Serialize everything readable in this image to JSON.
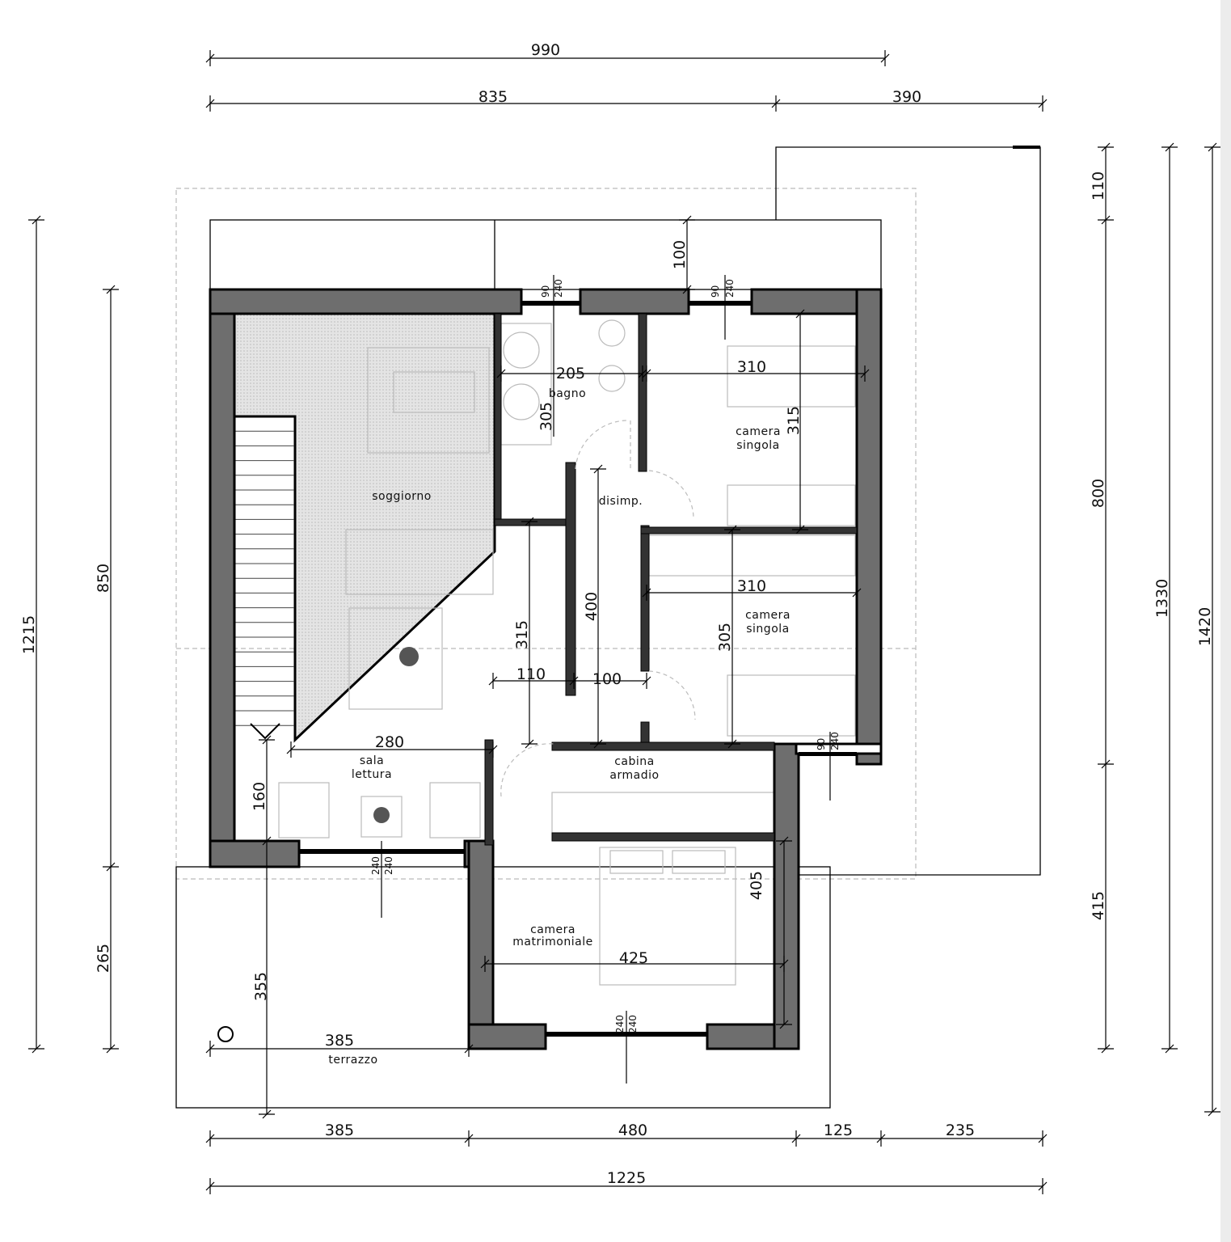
{
  "plan": {
    "rooms": {
      "soggiorno": "soggiorno",
      "bagno": "bagno",
      "disimpegno": "disimp.",
      "camera_singola_1": [
        "camera",
        "singola"
      ],
      "camera_singola_2": [
        "camera",
        "singola"
      ],
      "sala_lettura": [
        "sala",
        "lettura"
      ],
      "cabina_armadio": [
        "cabina",
        "armadio"
      ],
      "camera_matrimoniale": [
        "camera",
        "matrimoniale"
      ],
      "terrazzo": "terrazzo"
    },
    "dims_top": [
      "990",
      "835",
      "390"
    ],
    "dims_bottom": [
      "385",
      "480",
      "125",
      "235",
      "1225"
    ],
    "dims_left": [
      "1215",
      "850",
      "265"
    ],
    "dims_right": [
      "110",
      "800",
      "415",
      "1330",
      "1420"
    ],
    "dims_internal": {
      "roof_offset": "100",
      "bagno_width": "205",
      "bagno_depth": "305",
      "camera1_width": "310",
      "camera1_depth": "315",
      "disimp_length": "400",
      "soggiorno_depth": "315",
      "corr_a": "110",
      "corr_b": "100",
      "camera2_width": "310",
      "camera2_depth": "305",
      "sala_width": "280",
      "sala_depth": "160",
      "matrimoniale_depth": "405",
      "matrimoniale_width": "425",
      "terrazzo_depth": "355",
      "terrazzo_width": "385"
    },
    "windows": {
      "w1": [
        "90",
        "240"
      ],
      "w2": [
        "90",
        "240"
      ],
      "w3": [
        "90",
        "240"
      ],
      "w4": [
        "240",
        "240"
      ],
      "w5": [
        "240",
        "240"
      ]
    }
  }
}
